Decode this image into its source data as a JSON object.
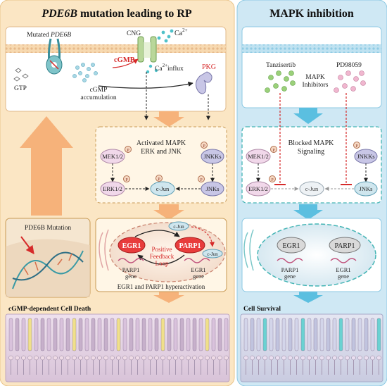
{
  "left_panel": {
    "title_gene": "PDE6B",
    "title_rest": " mutation leading to RP",
    "membrane": {
      "mutated_label_prefix": "Mutated ",
      "mutated_label_gene": "PDE6B",
      "cng": "CNG",
      "ca_top": "Ca",
      "ca_top_sup": "2+",
      "cgmp": "cGMP",
      "gtp": "GTP",
      "cgmp_acc_1": "cGMP",
      "cgmp_acc_2": "accumulation",
      "ca_influx": "Ca",
      "ca_influx_sup": "2+",
      "ca_influx_rest": "influx",
      "pkg": "PKG"
    },
    "mapk_box": {
      "title_1": "Activated MAPK",
      "title_2": "ERK and JNK",
      "mek": "MEK1/2",
      "erk": "ERK1/2",
      "cjun": "c-Jun",
      "jnks": "JNKs",
      "jnkks": "JNKKs",
      "p": "P"
    },
    "mutation_box": {
      "label": "PDE6B Mutation"
    },
    "egr_box": {
      "egr1": "EGR1",
      "parp1": "PARP1",
      "loop_1": "Positive",
      "loop_2": "Feedback",
      "loop_3": "Loop",
      "gene_left_1": "PARP1",
      "gene_left_2": "gene",
      "gene_right_1": "EGR1",
      "gene_right_2": "gene",
      "cjun_a": "c-Jun",
      "cjun_b": "c-Jun",
      "caption": "EGR1 and PARP1 hyperactivation"
    },
    "death_label": "cGMP-dependent Cell Death"
  },
  "right_panel": {
    "title": "MAPK inhibition",
    "inhibitors": {
      "tanzisertib": "Tanzisertib",
      "pd": "PD98059",
      "mapk_1": "MAPK",
      "mapk_2": "Inhibitors"
    },
    "mapk_box": {
      "title_1": "Blocked MAPK",
      "title_2": "Signaling",
      "mek": "MEK1/2",
      "erk": "ERK1/2",
      "cjun": "c-Jun",
      "jnks": "JNKs",
      "jnkks": "JNKKs",
      "p": "P"
    },
    "nucleus": {
      "egr1": "EGR1",
      "parp1": "PARP1",
      "gene_left_1": "PARP1",
      "gene_left_2": "gene",
      "gene_right_1": "EGR1",
      "gene_right_2": "gene"
    },
    "survival_label": "Cell Survival"
  },
  "colors": {
    "left_bg": "#fbe6c4",
    "right_bg": "#cfe8f4",
    "cgmp_red": "#d62a2a",
    "pkg_red": "#d62a2a",
    "orange_arrow": "#f6b27a",
    "blue_arrow": "#5bbfe0",
    "inhibitor_green": "#9bd07a",
    "inhibitor_pink": "#f0b7cf",
    "dashed_orange": "#c89a55",
    "dashed_teal": "#45b5b5"
  }
}
